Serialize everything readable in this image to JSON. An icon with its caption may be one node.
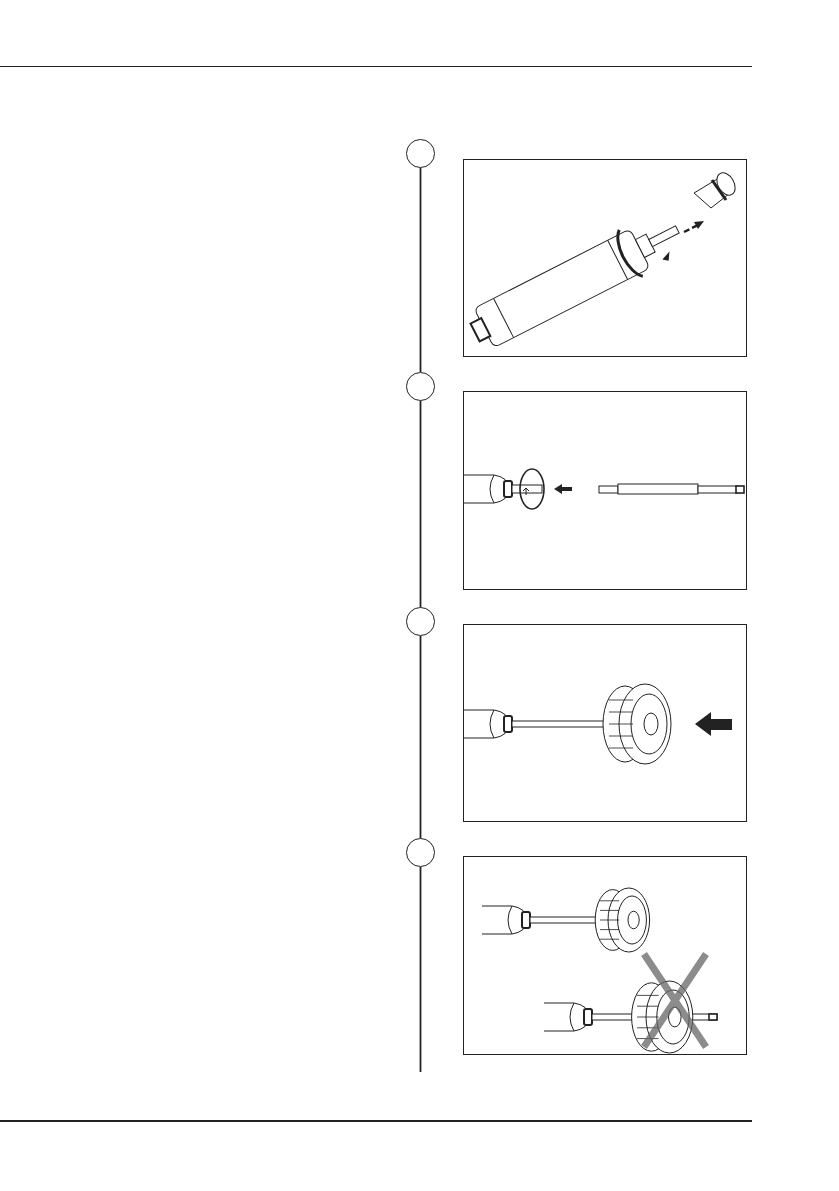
{
  "diagram": {
    "nodes": [
      {
        "text": [],
        "shape": "circle"
      },
      {
        "text": [],
        "shape": "picture"
      },
      {
        "text": [],
        "shape": "circle"
      },
      {
        "text": [],
        "shape": "picture"
      },
      {
        "text": [],
        "shape": "circle"
      },
      {
        "text": [],
        "shape": "picture"
      },
      {
        "text": [],
        "shape": "circle"
      },
      {
        "text": [],
        "shape": "picture"
      }
    ],
    "edges": [
      {
        "from": 0,
        "to": 2,
        "arrow": "none"
      },
      {
        "from": 2,
        "to": 4,
        "arrow": "none"
      },
      {
        "from": 4,
        "to": 6,
        "arrow": "none"
      },
      {
        "from": 6,
        "to": null,
        "arrow": "none"
      }
    ]
  }
}
